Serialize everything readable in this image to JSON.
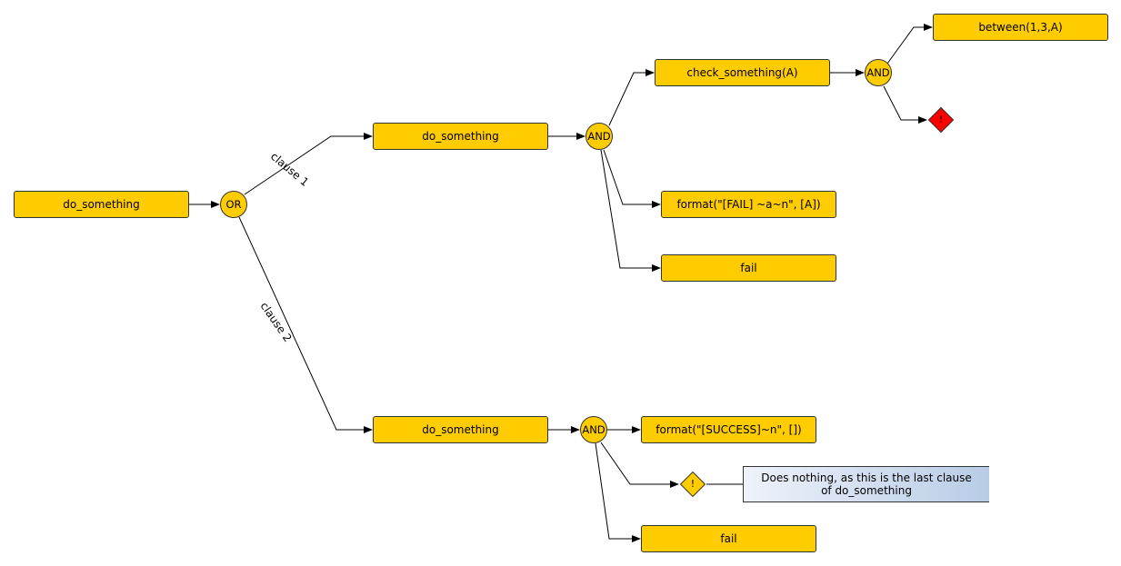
{
  "nodes": {
    "root": "do_something",
    "or_op": "OR",
    "clause1_head": "do_something",
    "clause1_and": "AND",
    "check": "check_something(A)",
    "check_and": "AND",
    "between": "between(1,3,A)",
    "cut1": "!",
    "format_fail": "format(\"[FAIL] ~a~n\", [A])",
    "fail1": "fail",
    "clause2_head": "do_something",
    "clause2_and": "AND",
    "format_success": "format(\"[SUCCESS]~n\", [])",
    "cut2": "!",
    "fail2": "fail"
  },
  "edge_labels": {
    "clause1": "clause 1",
    "clause2": "clause 2"
  },
  "note": {
    "line1": "Does nothing, as this is the last clause",
    "line2": "of do_something"
  },
  "colors": {
    "node_fill": "#ffcc00",
    "cut_active": "#ff0000",
    "cut_inactive": "#ffcc00",
    "note_gradient_start": "#eef2fa",
    "note_gradient_end": "#b8cce6"
  }
}
